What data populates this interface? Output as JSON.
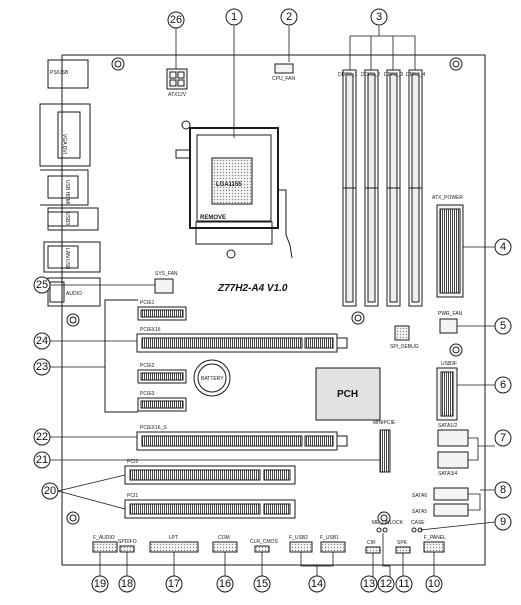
{
  "board": {
    "model": "Z77H2-A4  V1.0",
    "socket": "LGA1155",
    "remove": "REMOVE",
    "chipset": "PCH",
    "battery": "BATTERY"
  },
  "ports": {
    "ps2": "PS/USB",
    "vga_dvi": "VGA DVI",
    "usb_hdmi": "USB HDMI",
    "usb3": "USB3",
    "lan_usb": "LAN USB",
    "audio": "AUDIO"
  },
  "connectors": {
    "atx12v": "ATX12V",
    "cpu_fan": "CPU_FAN",
    "ddr3_1": "DDR3_1",
    "ddr3_2": "DDR3_2",
    "ddr3_3": "DDR3_3",
    "ddr3_4": "DDR3_4",
    "atx_power": "ATX_POWER",
    "pwr_fan": "PWR_FAN",
    "sys_fan": "SYS_FAN",
    "pcie1": "PCIE1",
    "pciex16": "PCIEX16",
    "pcie2": "PCIE2",
    "pcie3": "PCIE3",
    "pciex16_s": "PCIEX16_S",
    "pci2": "PCI2",
    "pci1": "PCI1",
    "spi_debug": "SPI_DEBUG",
    "usb3f": "USB3F",
    "sata12": "SATA1/2",
    "sata34": "SATA3/4",
    "sata6": "SATA6",
    "sata5": "SATA5",
    "minipcie": "MINIPCIE",
    "me_unlock": "ME_UNLOCK",
    "case": "CASE",
    "cir": "CIR",
    "spk": "SPK",
    "f_panel": "F_PANEL",
    "f_audio": "F_AUDIO",
    "spdif": "SPDIFO",
    "lpt": "LPT",
    "com": "COM",
    "clr_cmos": "CLR_CMOS",
    "f_usb2": "F_USB2",
    "f_usb1": "F_USB1"
  },
  "callouts": [
    "1",
    "2",
    "3",
    "4",
    "5",
    "6",
    "7",
    "8",
    "9",
    "10",
    "11",
    "12",
    "13",
    "14",
    "15",
    "16",
    "17",
    "18",
    "19",
    "20",
    "21",
    "22",
    "23",
    "24",
    "25",
    "26"
  ],
  "colors": {
    "line": "#1a1a1a",
    "pch_fill": "#e2e2e2",
    "connector_fill": "#f4f4f4"
  }
}
